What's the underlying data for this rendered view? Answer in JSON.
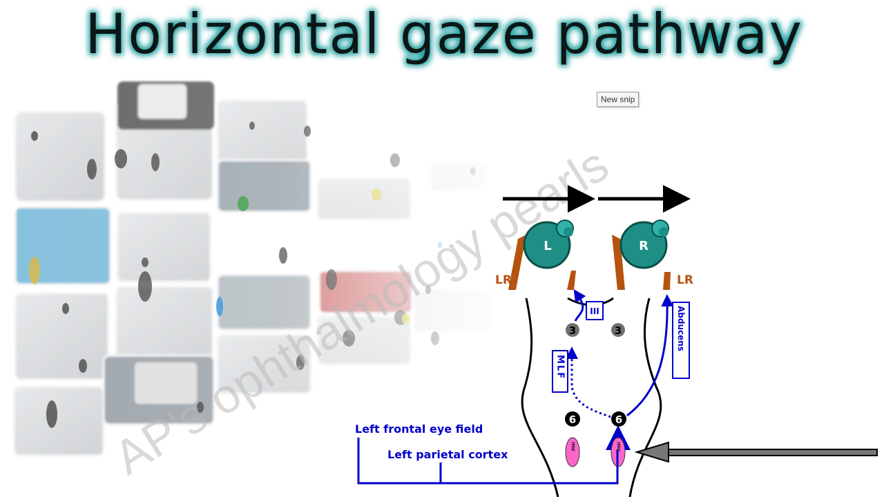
{
  "title": "Horizontal gaze pathway",
  "watermark": "AP's ophthalmology pearls",
  "snip_label": "New snip",
  "eyes": {
    "left": "L",
    "right": "R"
  },
  "muscles": {
    "left": "LR",
    "right": "LR"
  },
  "nuclei": {
    "oculomotor": "3",
    "abducens": "6",
    "pprf": "PPRF"
  },
  "tracts": {
    "oculomotor_nerve": "III",
    "mlf": "MLF",
    "abducens_nerve": "Abducens"
  },
  "inputs": {
    "frontal": "Left frontal eye field",
    "parietal": "Left parietal cortex"
  },
  "colors": {
    "title_text": "#0b1414",
    "title_glow": "#29a3a3",
    "eye": "#1f8f86",
    "muscle": "#b5530f",
    "pathway": "#0000cc",
    "pprf": "#ff66cc",
    "nucleus_3": "#707070",
    "nucleus_6": "#000000"
  }
}
